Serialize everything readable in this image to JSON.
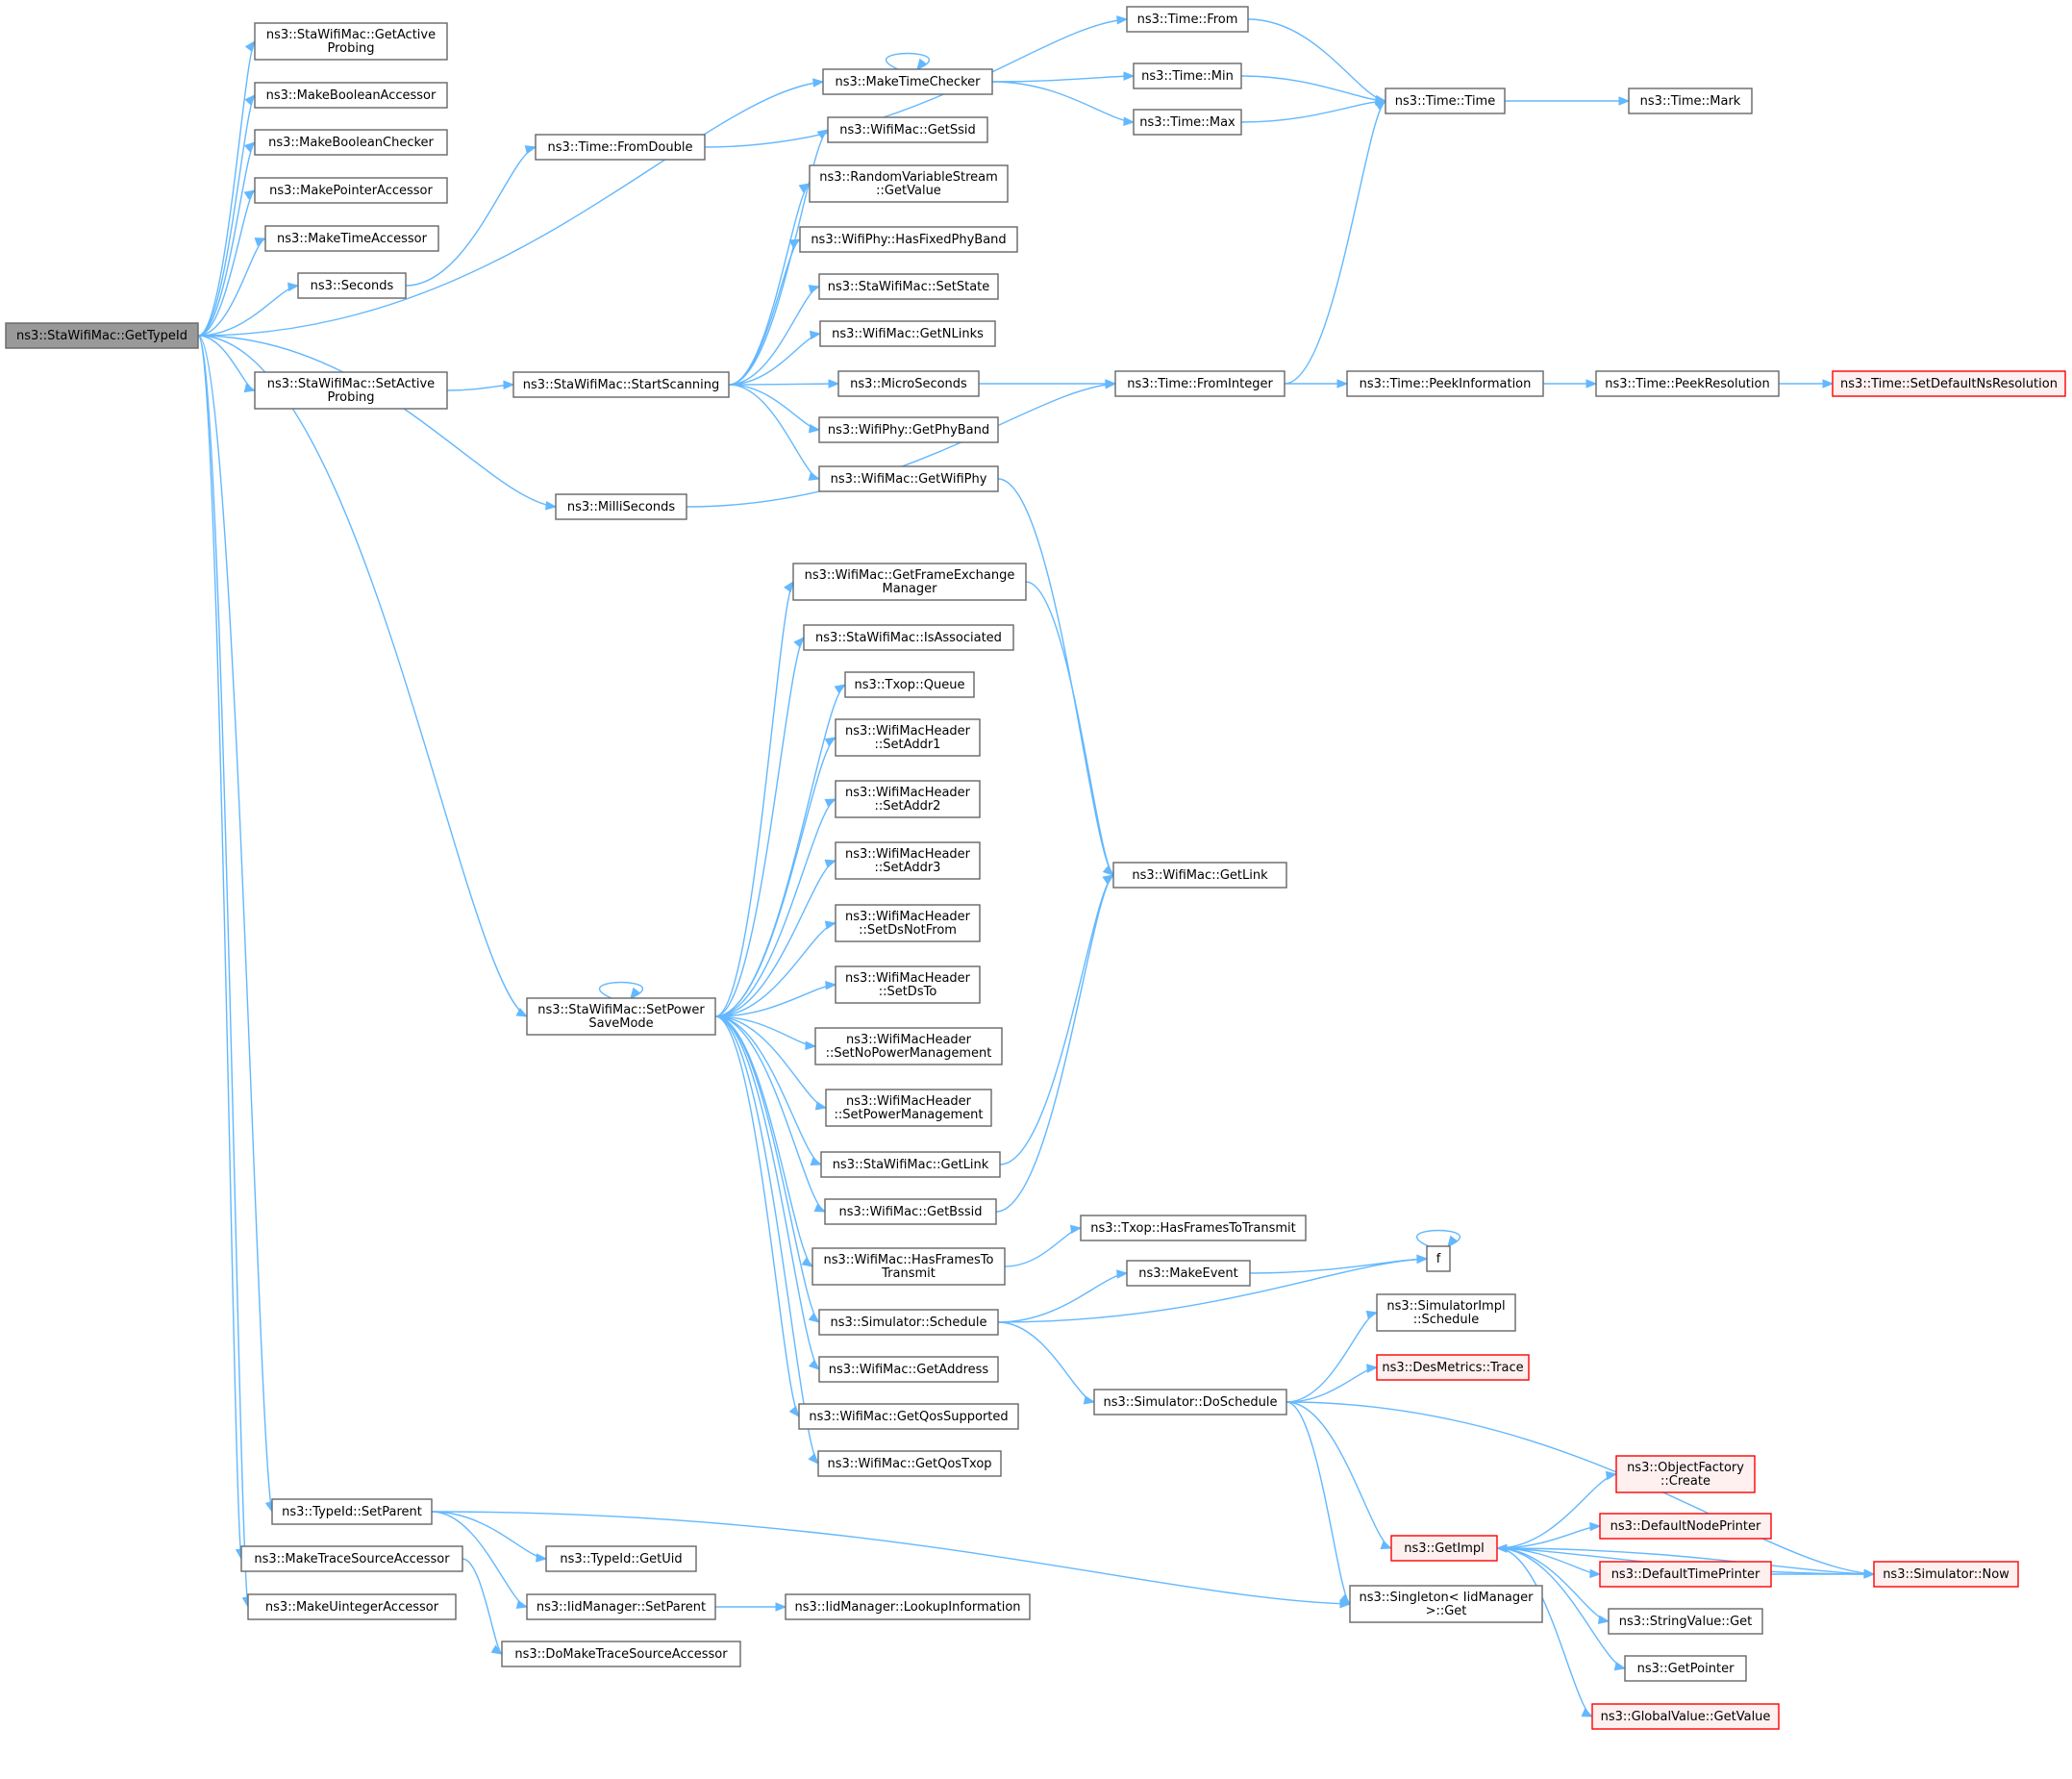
{
  "colors": {
    "edge": "#63b8ff",
    "node_border": "#666666",
    "root_fill": "#999999",
    "truncated_border": "#ff0000",
    "truncated_fill": "#fff0f0"
  },
  "nodes": [
    {
      "id": "root",
      "lines": [
        "ns3::StaWifiMac::GetTypeId"
      ],
      "style": "root"
    },
    {
      "id": "getActiveProbing",
      "lines": [
        "ns3::StaWifiMac::GetActive",
        "Probing"
      ]
    },
    {
      "id": "makeBoolAcc",
      "lines": [
        "ns3::MakeBooleanAccessor"
      ]
    },
    {
      "id": "makeBoolChk",
      "lines": [
        "ns3::MakeBooleanChecker"
      ]
    },
    {
      "id": "makePtrAcc",
      "lines": [
        "ns3::MakePointerAccessor"
      ]
    },
    {
      "id": "makeTimeAcc",
      "lines": [
        "ns3::MakeTimeAccessor"
      ]
    },
    {
      "id": "seconds",
      "lines": [
        "ns3::Seconds"
      ]
    },
    {
      "id": "setActiveProbing",
      "lines": [
        "ns3::StaWifiMac::SetActive",
        "Probing"
      ]
    },
    {
      "id": "milliSeconds",
      "lines": [
        "ns3::MilliSeconds"
      ]
    },
    {
      "id": "setPowerSave",
      "lines": [
        "ns3::StaWifiMac::SetPower",
        "SaveMode"
      ]
    },
    {
      "id": "typeIdSetParent",
      "lines": [
        "ns3::TypeId::SetParent"
      ]
    },
    {
      "id": "makeTraceSrcAcc",
      "lines": [
        "ns3::MakeTraceSourceAccessor"
      ]
    },
    {
      "id": "makeUintAcc",
      "lines": [
        "ns3::MakeUintegerAccessor"
      ]
    },
    {
      "id": "fromDouble",
      "lines": [
        "ns3::Time::FromDouble"
      ]
    },
    {
      "id": "startScanning",
      "lines": [
        "ns3::StaWifiMac::StartScanning"
      ]
    },
    {
      "id": "makeTimeChecker",
      "lines": [
        "ns3::MakeTimeChecker"
      ]
    },
    {
      "id": "getSsid",
      "lines": [
        "ns3::WifiMac::GetSsid"
      ]
    },
    {
      "id": "rvsGetValue",
      "lines": [
        "ns3::RandomVariableStream",
        "::GetValue"
      ]
    },
    {
      "id": "hasFixedPhyBand",
      "lines": [
        "ns3::WifiPhy::HasFixedPhyBand"
      ]
    },
    {
      "id": "setState",
      "lines": [
        "ns3::StaWifiMac::SetState"
      ]
    },
    {
      "id": "getNLinks",
      "lines": [
        "ns3::WifiMac::GetNLinks"
      ]
    },
    {
      "id": "microSeconds",
      "lines": [
        "ns3::MicroSeconds"
      ]
    },
    {
      "id": "getPhyBand",
      "lines": [
        "ns3::WifiPhy::GetPhyBand"
      ]
    },
    {
      "id": "getWifiPhy",
      "lines": [
        "ns3::WifiMac::GetWifiPhy"
      ]
    },
    {
      "id": "getFEM",
      "lines": [
        "ns3::WifiMac::GetFrameExchange",
        "Manager"
      ]
    },
    {
      "id": "isAssociated",
      "lines": [
        "ns3::StaWifiMac::IsAssociated"
      ]
    },
    {
      "id": "txopQueue",
      "lines": [
        "ns3::Txop::Queue"
      ]
    },
    {
      "id": "setAddr1",
      "lines": [
        "ns3::WifiMacHeader",
        "::SetAddr1"
      ]
    },
    {
      "id": "setAddr2",
      "lines": [
        "ns3::WifiMacHeader",
        "::SetAddr2"
      ]
    },
    {
      "id": "setAddr3",
      "lines": [
        "ns3::WifiMacHeader",
        "::SetAddr3"
      ]
    },
    {
      "id": "setDsNotFrom",
      "lines": [
        "ns3::WifiMacHeader",
        "::SetDsNotFrom"
      ]
    },
    {
      "id": "setDsTo",
      "lines": [
        "ns3::WifiMacHeader",
        "::SetDsTo"
      ]
    },
    {
      "id": "setNoPM",
      "lines": [
        "ns3::WifiMacHeader",
        "::SetNoPowerManagement"
      ]
    },
    {
      "id": "setPM",
      "lines": [
        "ns3::WifiMacHeader",
        "::SetPowerManagement"
      ]
    },
    {
      "id": "staGetLink",
      "lines": [
        "ns3::StaWifiMac::GetLink"
      ]
    },
    {
      "id": "getBssid",
      "lines": [
        "ns3::WifiMac::GetBssid"
      ]
    },
    {
      "id": "hasFramesTo",
      "lines": [
        "ns3::WifiMac::HasFramesTo",
        "Transmit"
      ]
    },
    {
      "id": "simSchedule",
      "lines": [
        "ns3::Simulator::Schedule"
      ]
    },
    {
      "id": "getAddress",
      "lines": [
        "ns3::WifiMac::GetAddress"
      ]
    },
    {
      "id": "getQosSupported",
      "lines": [
        "ns3::WifiMac::GetQosSupported"
      ]
    },
    {
      "id": "getQosTxop",
      "lines": [
        "ns3::WifiMac::GetQosTxop"
      ]
    },
    {
      "id": "getUid",
      "lines": [
        "ns3::TypeId::GetUid"
      ]
    },
    {
      "id": "iidSetParent",
      "lines": [
        "ns3::IidManager::SetParent"
      ]
    },
    {
      "id": "doMakeTrace",
      "lines": [
        "ns3::DoMakeTraceSourceAccessor"
      ]
    },
    {
      "id": "timeFrom",
      "lines": [
        "ns3::Time::From"
      ]
    },
    {
      "id": "timeMin",
      "lines": [
        "ns3::Time::Min"
      ]
    },
    {
      "id": "timeMax",
      "lines": [
        "ns3::Time::Max"
      ]
    },
    {
      "id": "timeTime",
      "lines": [
        "ns3::Time::Time"
      ]
    },
    {
      "id": "timeMark",
      "lines": [
        "ns3::Time::Mark"
      ]
    },
    {
      "id": "fromInteger",
      "lines": [
        "ns3::Time::FromInteger"
      ]
    },
    {
      "id": "peekInfo",
      "lines": [
        "ns3::Time::PeekInformation"
      ]
    },
    {
      "id": "peekRes",
      "lines": [
        "ns3::Time::PeekResolution"
      ]
    },
    {
      "id": "setDefNsRes",
      "lines": [
        "ns3::Time::SetDefaultNsResolution"
      ],
      "style": "red"
    },
    {
      "id": "wifiGetLink",
      "lines": [
        "ns3::WifiMac::GetLink"
      ]
    },
    {
      "id": "txopHasFrames",
      "lines": [
        "ns3::Txop::HasFramesToTransmit"
      ]
    },
    {
      "id": "makeEvent",
      "lines": [
        "ns3::MakeEvent"
      ]
    },
    {
      "id": "f",
      "lines": [
        "f"
      ]
    },
    {
      "id": "simImplSchedule",
      "lines": [
        "ns3::SimulatorImpl",
        "::Schedule"
      ]
    },
    {
      "id": "desTrace",
      "lines": [
        "ns3::DesMetrics::Trace"
      ],
      "style": "red"
    },
    {
      "id": "doSchedule",
      "lines": [
        "ns3::Simulator::DoSchedule"
      ]
    },
    {
      "id": "objFactCreate",
      "lines": [
        "ns3::ObjectFactory",
        "::Create"
      ],
      "style": "red"
    },
    {
      "id": "defNodePrinter",
      "lines": [
        "ns3::DefaultNodePrinter"
      ],
      "style": "red"
    },
    {
      "id": "getImpl",
      "lines": [
        "ns3::GetImpl"
      ],
      "style": "red"
    },
    {
      "id": "defTimePrinter",
      "lines": [
        "ns3::DefaultTimePrinter"
      ],
      "style": "red"
    },
    {
      "id": "simNow",
      "lines": [
        "ns3::Simulator::Now"
      ],
      "style": "red"
    },
    {
      "id": "singletonGet",
      "lines": [
        "ns3::Singleton< IidManager",
        " >::Get"
      ]
    },
    {
      "id": "stringValueGet",
      "lines": [
        "ns3::StringValue::Get"
      ]
    },
    {
      "id": "getPointer",
      "lines": [
        "ns3::GetPointer"
      ]
    },
    {
      "id": "gvGetValue",
      "lines": [
        "ns3::GlobalValue::GetValue"
      ],
      "style": "red"
    },
    {
      "id": "lookupInfo",
      "lines": [
        "ns3::IidManager::LookupInformation"
      ]
    }
  ],
  "edges": [
    [
      "root",
      "getActiveProbing"
    ],
    [
      "root",
      "makeBoolAcc"
    ],
    [
      "root",
      "makeBoolChk"
    ],
    [
      "root",
      "makePtrAcc"
    ],
    [
      "root",
      "makeTimeAcc"
    ],
    [
      "root",
      "seconds"
    ],
    [
      "root",
      "makeTimeChecker"
    ],
    [
      "root",
      "setActiveProbing"
    ],
    [
      "root",
      "milliSeconds"
    ],
    [
      "root",
      "setPowerSave"
    ],
    [
      "root",
      "typeIdSetParent"
    ],
    [
      "root",
      "makeTraceSrcAcc"
    ],
    [
      "root",
      "makeUintAcc"
    ],
    [
      "seconds",
      "fromDouble"
    ],
    [
      "fromDouble",
      "timeFrom"
    ],
    [
      "setActiveProbing",
      "startScanning"
    ],
    [
      "startScanning",
      "getSsid"
    ],
    [
      "startScanning",
      "rvsGetValue"
    ],
    [
      "startScanning",
      "hasFixedPhyBand"
    ],
    [
      "startScanning",
      "setState"
    ],
    [
      "startScanning",
      "getNLinks"
    ],
    [
      "startScanning",
      "microSeconds"
    ],
    [
      "startScanning",
      "getPhyBand"
    ],
    [
      "startScanning",
      "getWifiPhy"
    ],
    [
      "makeTimeChecker",
      "makeTimeChecker"
    ],
    [
      "makeTimeChecker",
      "timeMin"
    ],
    [
      "makeTimeChecker",
      "timeMax"
    ],
    [
      "timeFrom",
      "timeTime"
    ],
    [
      "timeMin",
      "timeTime"
    ],
    [
      "timeMax",
      "timeTime"
    ],
    [
      "timeTime",
      "timeMark"
    ],
    [
      "microSeconds",
      "fromInteger"
    ],
    [
      "milliSeconds",
      "fromInteger"
    ],
    [
      "fromInteger",
      "timeTime"
    ],
    [
      "fromInteger",
      "peekInfo"
    ],
    [
      "peekInfo",
      "peekRes"
    ],
    [
      "peekRes",
      "setDefNsRes"
    ],
    [
      "getWifiPhy",
      "wifiGetLink"
    ],
    [
      "setPowerSave",
      "setPowerSave"
    ],
    [
      "setPowerSave",
      "getFEM"
    ],
    [
      "setPowerSave",
      "isAssociated"
    ],
    [
      "setPowerSave",
      "txopQueue"
    ],
    [
      "setPowerSave",
      "setAddr1"
    ],
    [
      "setPowerSave",
      "setAddr2"
    ],
    [
      "setPowerSave",
      "setAddr3"
    ],
    [
      "setPowerSave",
      "setDsNotFrom"
    ],
    [
      "setPowerSave",
      "setDsTo"
    ],
    [
      "setPowerSave",
      "setNoPM"
    ],
    [
      "setPowerSave",
      "setPM"
    ],
    [
      "setPowerSave",
      "staGetLink"
    ],
    [
      "setPowerSave",
      "getBssid"
    ],
    [
      "setPowerSave",
      "hasFramesTo"
    ],
    [
      "setPowerSave",
      "simSchedule"
    ],
    [
      "setPowerSave",
      "getAddress"
    ],
    [
      "setPowerSave",
      "getQosSupported"
    ],
    [
      "setPowerSave",
      "getQosTxop"
    ],
    [
      "getFEM",
      "wifiGetLink"
    ],
    [
      "staGetLink",
      "wifiGetLink"
    ],
    [
      "getBssid",
      "wifiGetLink"
    ],
    [
      "hasFramesTo",
      "txopHasFrames"
    ],
    [
      "simSchedule",
      "makeEvent"
    ],
    [
      "simSchedule",
      "f"
    ],
    [
      "simSchedule",
      "doSchedule"
    ],
    [
      "makeEvent",
      "f"
    ],
    [
      "f",
      "f"
    ],
    [
      "doSchedule",
      "simImplSchedule"
    ],
    [
      "doSchedule",
      "desTrace"
    ],
    [
      "doSchedule",
      "simNow"
    ],
    [
      "doSchedule",
      "getImpl"
    ],
    [
      "doSchedule",
      "singletonGet"
    ],
    [
      "getImpl",
      "objFactCreate"
    ],
    [
      "getImpl",
      "defNodePrinter"
    ],
    [
      "getImpl",
      "defTimePrinter"
    ],
    [
      "getImpl",
      "stringValueGet"
    ],
    [
      "getImpl",
      "getPointer"
    ],
    [
      "getImpl",
      "gvGetValue"
    ],
    [
      "getImpl",
      "simNow"
    ],
    [
      "defTimePrinter",
      "simNow"
    ],
    [
      "simNow",
      "getImpl"
    ],
    [
      "typeIdSetParent",
      "getUid"
    ],
    [
      "typeIdSetParent",
      "iidSetParent"
    ],
    [
      "typeIdSetParent",
      "singletonGet"
    ],
    [
      "iidSetParent",
      "lookupInfo"
    ],
    [
      "makeTraceSrcAcc",
      "doMakeTrace"
    ]
  ]
}
